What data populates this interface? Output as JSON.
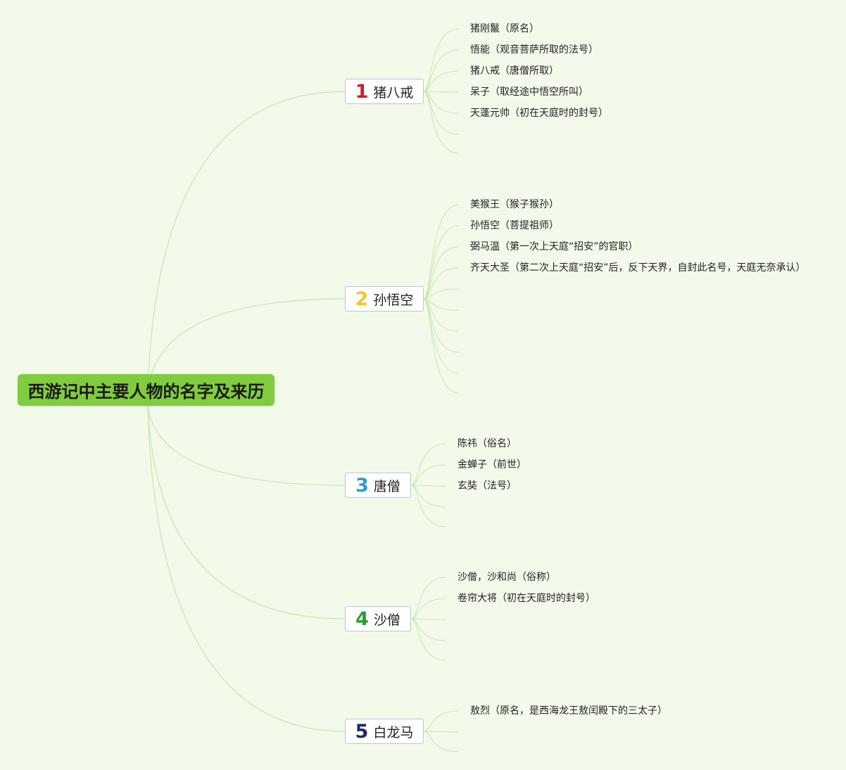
{
  "root": {
    "title": "西游记中主要人物的名字及来历"
  },
  "colors": {
    "line": "#c6e6a9",
    "num1": "#d8192a",
    "num2": "#f2c531",
    "num3": "#2d9ad8",
    "num4": "#2c9b35",
    "num5": "#1f2a66"
  },
  "branches": [
    {
      "number": "1",
      "name": "猪八戒",
      "items": [
        "猪刚鬣（原名）",
        "悟能（观音菩萨所取的法号）",
        "猪八戒（唐僧所取）",
        "呆子（取经途中悟空所叫）",
        "天蓬元帅（初在天庭时的封号）"
      ]
    },
    {
      "number": "2",
      "name": "孙悟空",
      "items": [
        "美猴王（猴子猴孙）",
        "孙悟空（菩提祖师）",
        "弼马温（第一次上天庭“招安”的官职）",
        "齐天大圣（第二次上天庭“招安”后，反下天界，自封此名号，天庭无奈承认）"
      ]
    },
    {
      "number": "3",
      "name": "唐僧",
      "items": [
        "陈祎（俗名）",
        "金蝉子（前世）",
        "玄奘（法号）"
      ]
    },
    {
      "number": "4",
      "name": "沙僧",
      "items": [
        "沙僧，沙和尚（俗称）",
        "卷帘大将（初在天庭时的封号）"
      ]
    },
    {
      "number": "5",
      "name": "白龙马",
      "items": [
        "敖烈（原名，是西海龙王敖闰殿下的三太子）"
      ]
    }
  ]
}
